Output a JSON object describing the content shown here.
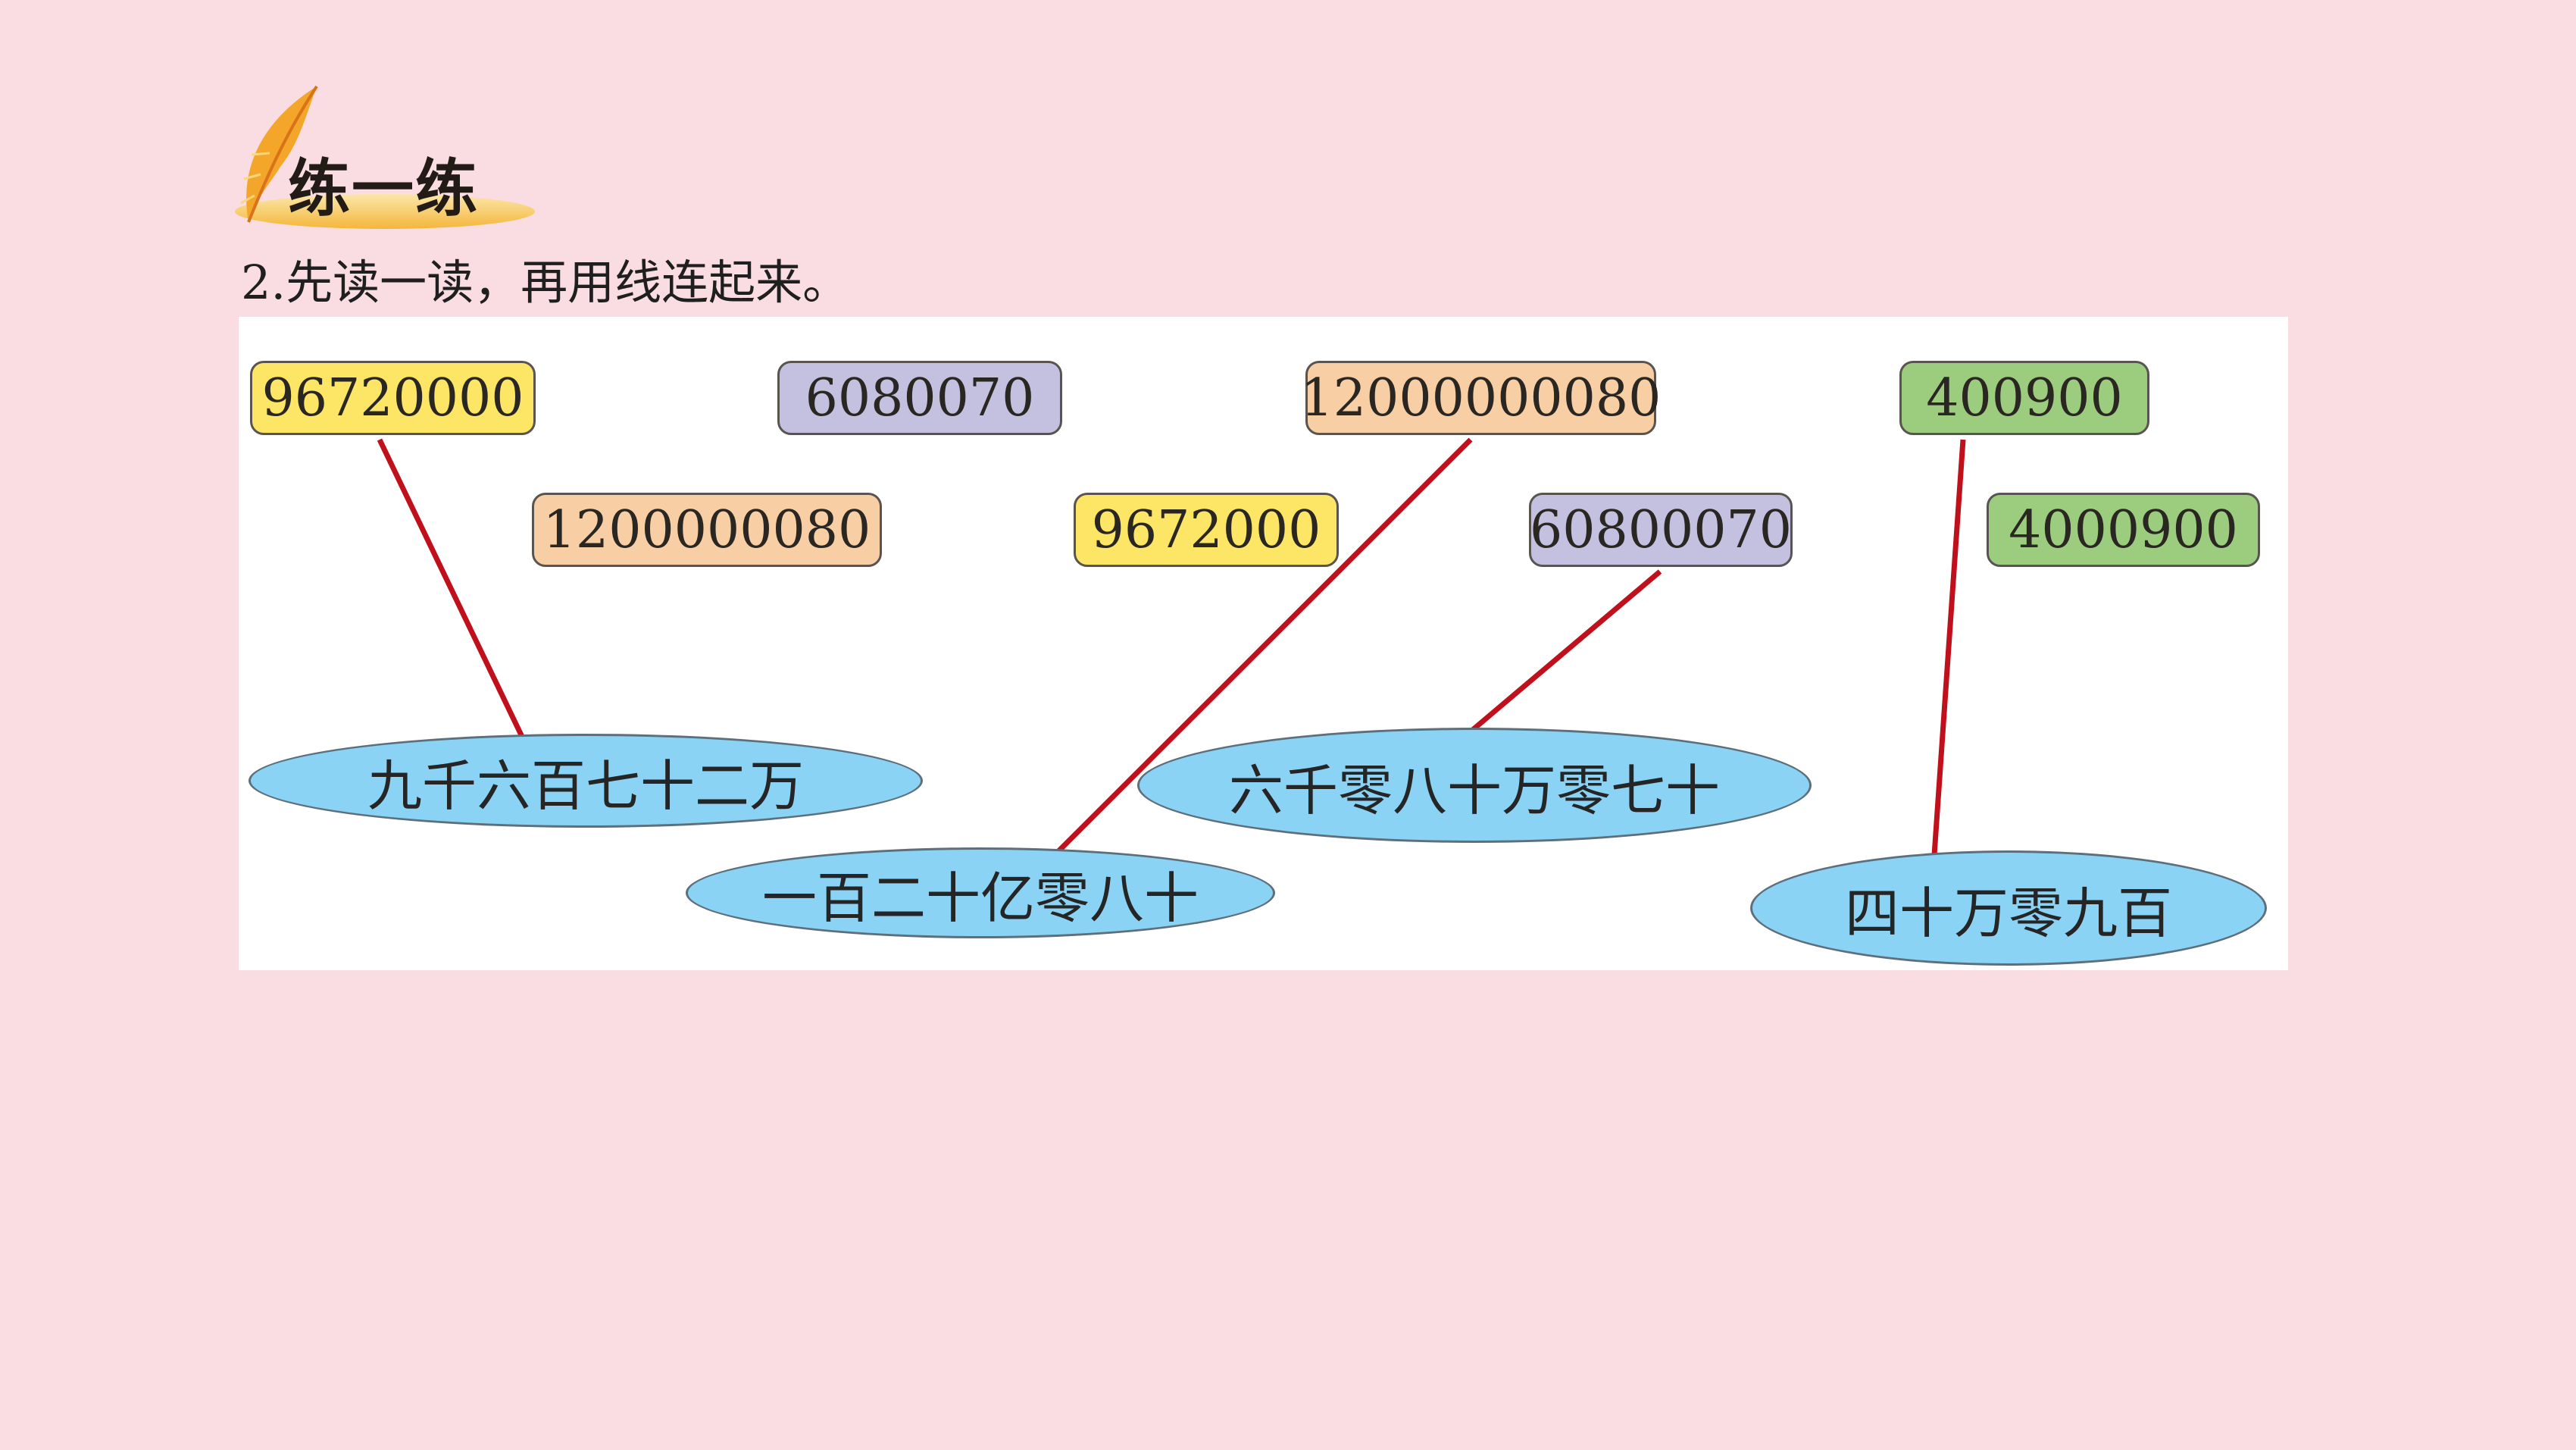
{
  "header": {
    "title": "练一练",
    "icon": "feather-icon"
  },
  "instruction": "2.先读一读，再用线连起来。",
  "colors": {
    "background": "#fadde3",
    "panel": "#ffffff",
    "yellow_box": "#fde565",
    "violet_box": "#c3c0e0",
    "peach_box": "#f8cea4",
    "green_box": "#9ccd7f",
    "ellipse": "#8bd3f5",
    "connector": "#c0101b"
  },
  "numbers": [
    "96720000",
    "6080070",
    "12000000080",
    "400900",
    "1200000080",
    "9672000",
    "60800070",
    "4000900"
  ],
  "readings": [
    "九千六百七十二万",
    "一百二十亿零八十",
    "六千零八十万零七十",
    "四十万零九百"
  ],
  "connections": [
    {
      "number": "96720000",
      "reading": "九千六百七十二万"
    },
    {
      "number": "12000000080",
      "reading": "一百二十亿零八十"
    },
    {
      "number": "60800070",
      "reading": "六千零八十万零七十"
    },
    {
      "number": "400900",
      "reading": "四十万零九百"
    }
  ]
}
